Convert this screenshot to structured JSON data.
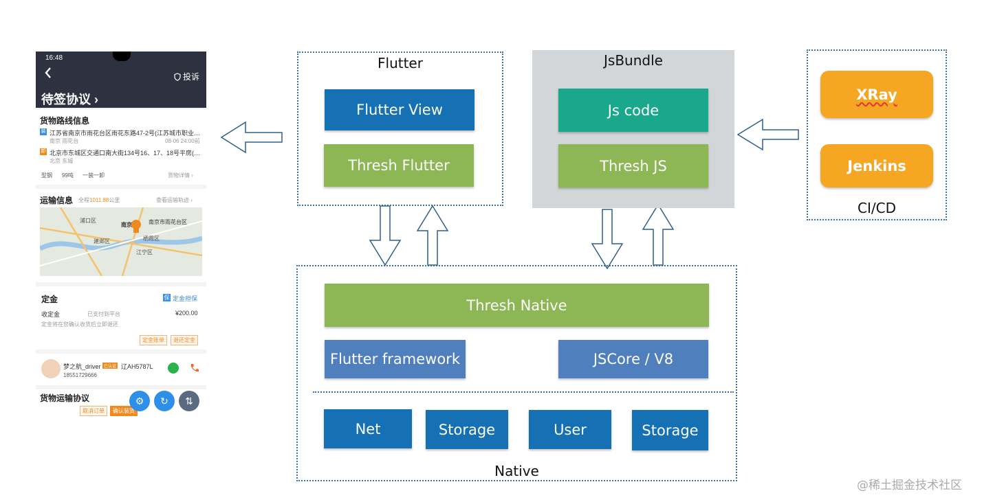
{
  "phone": {
    "status_time": "16:48",
    "back_icon": "chevron-left-icon",
    "complain_label": "投诉",
    "page_title": "待签协议 ›",
    "route_section": "货物路线信息",
    "start_badge": "装",
    "start_address": "江苏省南京市雨花台区雨花东路47-2号(江苏城市职业…",
    "start_sub": "南京 雨花台",
    "start_time": "08-06 24:00前",
    "end_badge": "卸",
    "end_address": "北京市东城区交通口南大街134号16、17、18号平房(…",
    "end_sub": "北京 东城",
    "cargo_tags": [
      "型钢",
      "99吨",
      "一装一卸"
    ],
    "cargo_detail_link": "货物详情 ›",
    "transport_section": "运输信息",
    "transport_total_prefix": "全程",
    "transport_total_value": "1011.88",
    "transport_total_unit": "公里",
    "transport_track_link": "查看运输轨迹 ›",
    "map_labels": [
      "浦口区",
      "南京",
      "南京市雨花台区",
      "栖霞区",
      "江宁区",
      "建邺区"
    ],
    "deposit_section": "定金",
    "deposit_guarantee_badge": "保",
    "deposit_guarantee": "定金担保",
    "deposit_row_label": "收定金",
    "deposit_row_status": "已支付到平台",
    "deposit_row_amount": "¥200.00",
    "deposit_note": "定金将在您确认收货后立即退还",
    "deposit_btn_records": "定金账单",
    "deposit_btn_refund": "退还定金",
    "driver_name": "梦之航_driver",
    "driver_badge": "已认证",
    "driver_plate": "辽AH5787L",
    "driver_phone": "18551729666",
    "agreement_section": "货物运输协议",
    "bottom_btn_cancel": "取消订单",
    "bottom_btn_confirm": "确认装货"
  },
  "diagram": {
    "flutter_group": "Flutter",
    "flutter_view": "Flutter View",
    "thresh_flutter": "Thresh Flutter",
    "jsbundle_group": "JsBundle",
    "js_code": "Js code",
    "thresh_js": "Thresh JS",
    "native_group": "Native",
    "thresh_native": "Thresh Native",
    "flutter_framework": "Flutter framework",
    "jscore": "JSCore / V8",
    "net": "Net",
    "storage_1": "Storage",
    "user": "User",
    "storage_2": "Storage",
    "cicd_group": "CI/CD",
    "xray": "XRay",
    "jenkins": "Jenkins"
  },
  "watermark": "@稀土掘金技术社区",
  "colors": {
    "blue": "#1570b4",
    "green": "#8db654",
    "teal": "#1aa88c",
    "steel": "#4f7fbc",
    "orange": "#f5a623",
    "gray_panel": "#d3d6d8",
    "dotted_border": "#3a6fa6"
  }
}
